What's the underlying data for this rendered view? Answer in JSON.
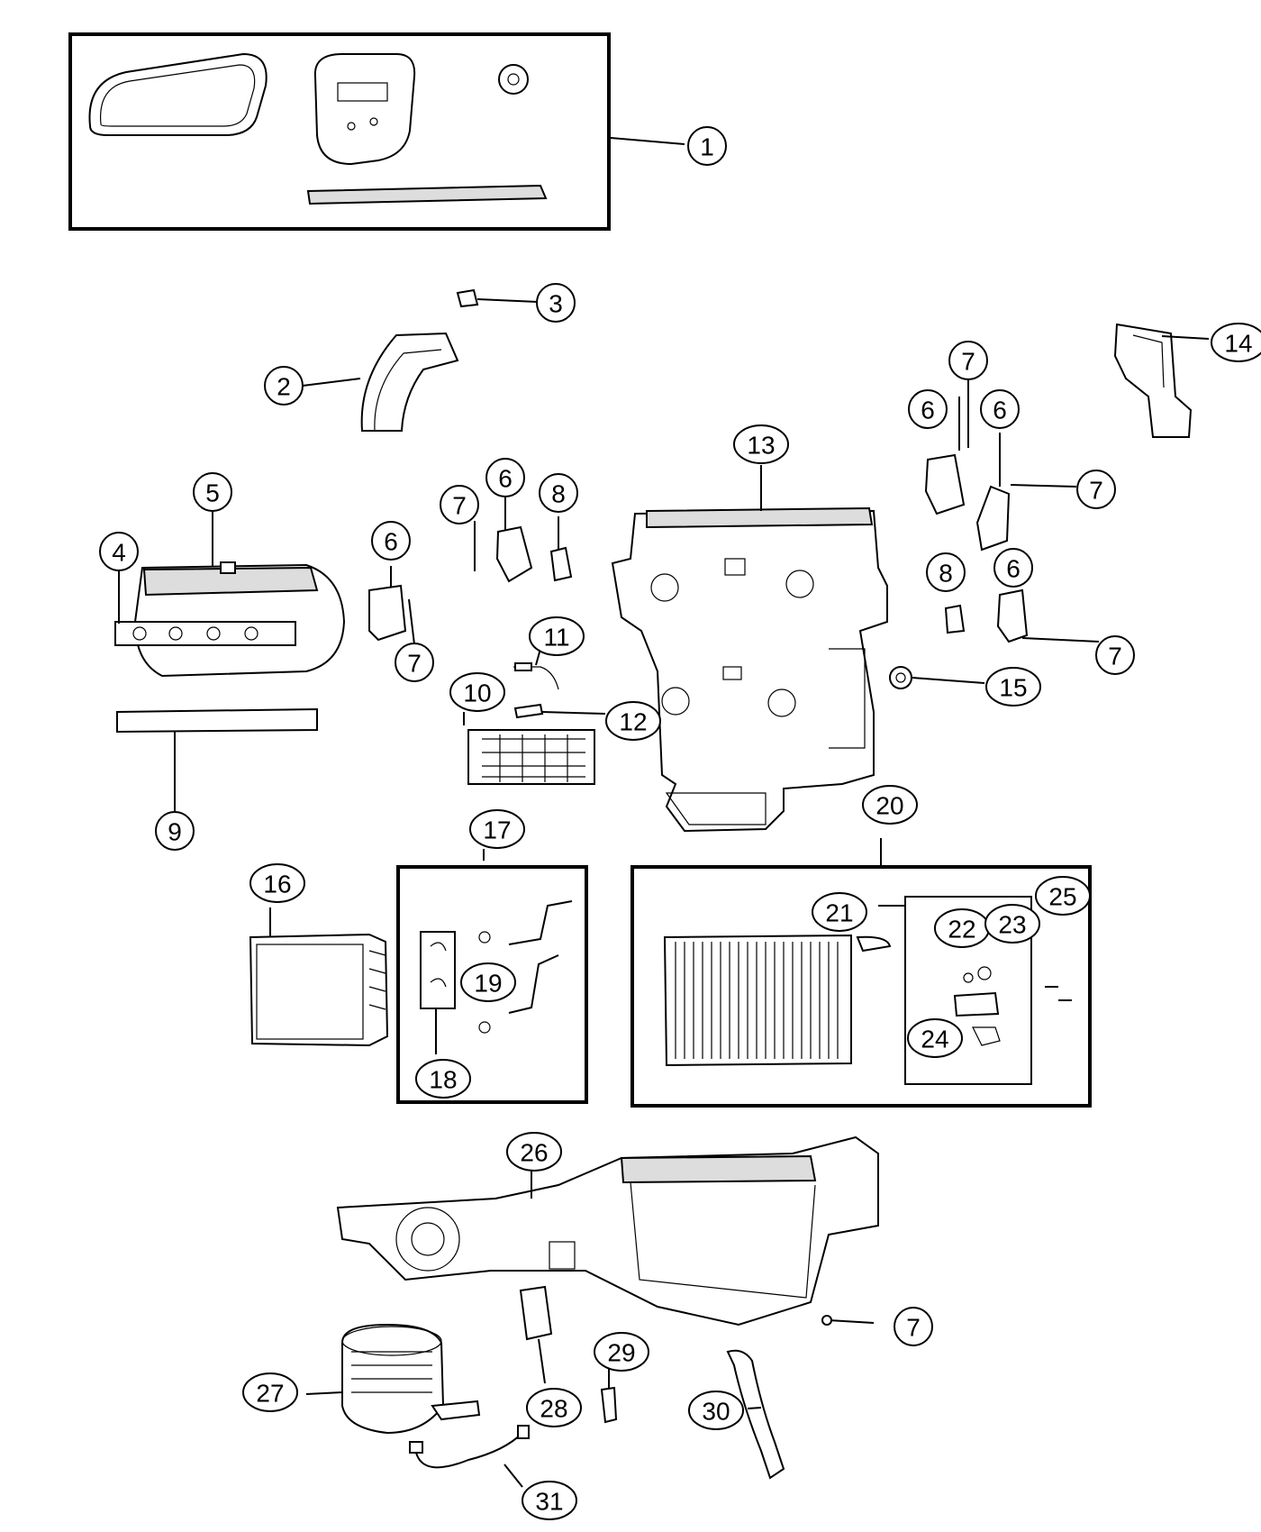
{
  "diagram": {
    "callouts": [
      {
        "id": "c1",
        "label": "1"
      },
      {
        "id": "c2",
        "label": "2"
      },
      {
        "id": "c3",
        "label": "3"
      },
      {
        "id": "c4",
        "label": "4"
      },
      {
        "id": "c5",
        "label": "5"
      },
      {
        "id": "c6a",
        "label": "6"
      },
      {
        "id": "c6b",
        "label": "6"
      },
      {
        "id": "c6c",
        "label": "6"
      },
      {
        "id": "c6d",
        "label": "6"
      },
      {
        "id": "c6e",
        "label": "6"
      },
      {
        "id": "c7a",
        "label": "7"
      },
      {
        "id": "c7b",
        "label": "7"
      },
      {
        "id": "c7c",
        "label": "7"
      },
      {
        "id": "c7d",
        "label": "7"
      },
      {
        "id": "c7e",
        "label": "7"
      },
      {
        "id": "c7f",
        "label": "7"
      },
      {
        "id": "c8a",
        "label": "8"
      },
      {
        "id": "c8b",
        "label": "8"
      },
      {
        "id": "c9",
        "label": "9"
      },
      {
        "id": "c10",
        "label": "10"
      },
      {
        "id": "c11",
        "label": "11"
      },
      {
        "id": "c12",
        "label": "12"
      },
      {
        "id": "c13",
        "label": "13"
      },
      {
        "id": "c14",
        "label": "14"
      },
      {
        "id": "c15",
        "label": "15"
      },
      {
        "id": "c16",
        "label": "16"
      },
      {
        "id": "c17",
        "label": "17"
      },
      {
        "id": "c18",
        "label": "18"
      },
      {
        "id": "c19",
        "label": "19"
      },
      {
        "id": "c20",
        "label": "20"
      },
      {
        "id": "c21",
        "label": "21"
      },
      {
        "id": "c22",
        "label": "22"
      },
      {
        "id": "c23",
        "label": "23"
      },
      {
        "id": "c24",
        "label": "24"
      },
      {
        "id": "c25",
        "label": "25"
      },
      {
        "id": "c26",
        "label": "26"
      },
      {
        "id": "c27",
        "label": "27"
      },
      {
        "id": "c28",
        "label": "28"
      },
      {
        "id": "c29",
        "label": "29"
      },
      {
        "id": "c30",
        "label": "30"
      },
      {
        "id": "c31",
        "label": "31"
      }
    ]
  }
}
